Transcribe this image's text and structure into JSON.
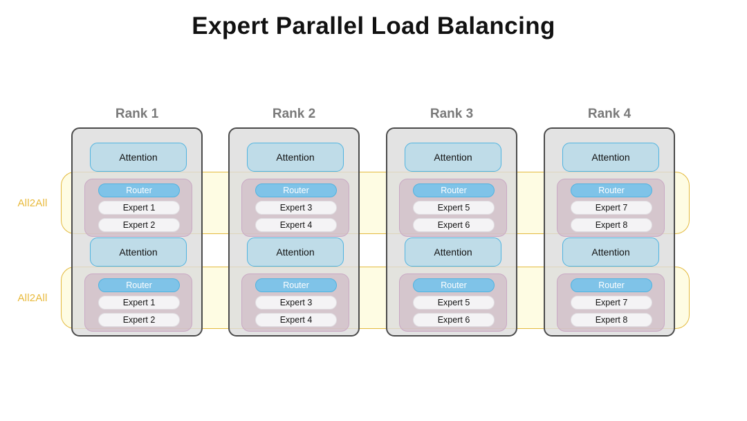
{
  "title": "Expert Parallel Load Balancing",
  "colors": {
    "title_text": "#111111",
    "rank_label": "#7A7A7A",
    "rank_box_fill": "#DCDCDC",
    "rank_box_border": "#4A4A4A",
    "attention_fill": "#BFDCE8",
    "attention_border": "#4FB3E0",
    "moe_group_fill": "#DCCFD6",
    "moe_group_border": "#C9A8C4",
    "router_fill": "#7FC3E8",
    "router_text": "#FFFFFF",
    "expert_fill": "#F4F3F5",
    "expert_text": "#111111",
    "all2all_band_fill": "#FEFCE3",
    "all2all_band_border": "#E3B93C",
    "all2all_label": "#E8B93A",
    "background": "#FFFFFF"
  },
  "all2all_bands": [
    {
      "label": "All2All"
    },
    {
      "label": "All2All"
    }
  ],
  "ranks": [
    {
      "label": "Rank 1",
      "layers": [
        {
          "attention": "Attention",
          "router": "Router",
          "experts": [
            "Expert 1",
            "Expert 2"
          ]
        },
        {
          "attention": "Attention",
          "router": "Router",
          "experts": [
            "Expert 1",
            "Expert 2"
          ]
        }
      ]
    },
    {
      "label": "Rank 2",
      "layers": [
        {
          "attention": "Attention",
          "router": "Router",
          "experts": [
            "Expert 3",
            "Expert 4"
          ]
        },
        {
          "attention": "Attention",
          "router": "Router",
          "experts": [
            "Expert 3",
            "Expert 4"
          ]
        }
      ]
    },
    {
      "label": "Rank 3",
      "layers": [
        {
          "attention": "Attention",
          "router": "Router",
          "experts": [
            "Expert 5",
            "Expert 6"
          ]
        },
        {
          "attention": "Attention",
          "router": "Router",
          "experts": [
            "Expert 5",
            "Expert 6"
          ]
        }
      ]
    },
    {
      "label": "Rank 4",
      "layers": [
        {
          "attention": "Attention",
          "router": "Router",
          "experts": [
            "Expert 7",
            "Expert 8"
          ]
        },
        {
          "attention": "Attention",
          "router": "Router",
          "experts": [
            "Expert 7",
            "Expert 8"
          ]
        }
      ]
    }
  ]
}
